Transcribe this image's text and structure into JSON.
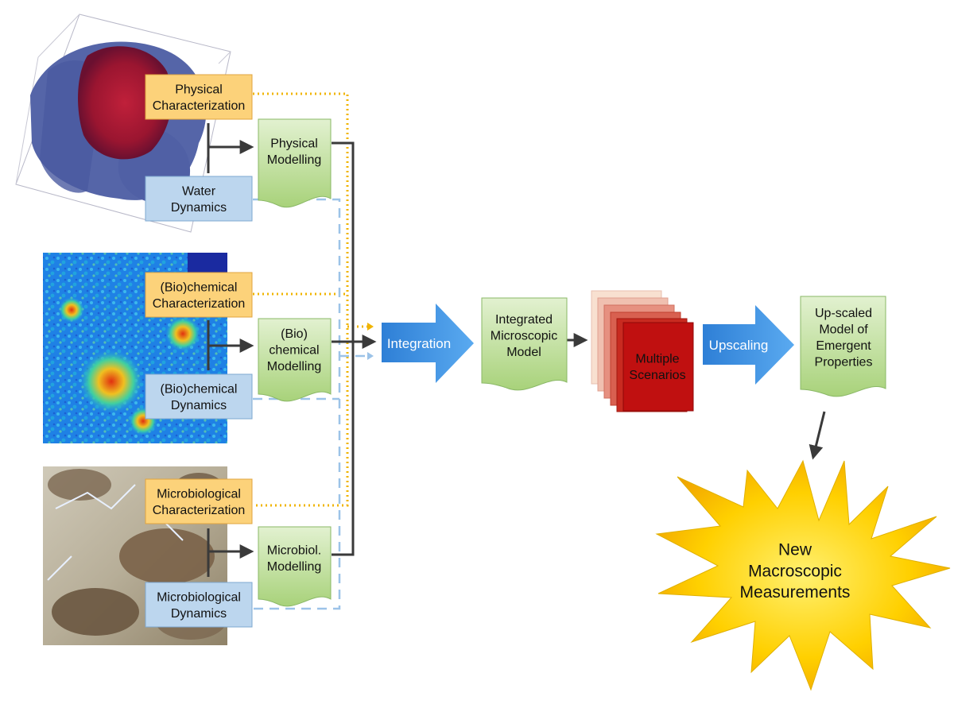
{
  "diagram": {
    "physical_characterization": "Physical\nCharacterization",
    "water_dynamics": "Water\nDynamics",
    "physical_modelling": "Physical\nModelling",
    "biochemical_characterization": "(Bio)chemical\nCharacterization",
    "biochemical_dynamics": "(Bio)chemical\nDynamics",
    "biochemical_modelling": "(Bio)\nchemical\nModelling",
    "microbiological_characterization": "Microbiological\nCharacterization",
    "microbiological_dynamics": "Microbiological\nDynamics",
    "microbiol_modelling": "Microbiol.\nModelling",
    "integration": "Integration",
    "integrated_model": "Integrated\nMicroscopic\nModel",
    "multiple_scenarios": "Multiple\nScenarios",
    "upscaling": "Upscaling",
    "upscaled_model": "Up-scaled\nModel of\nEmergent\nProperties",
    "new_measurements": "New\nMacroscopic\nMeasurements"
  },
  "colors": {
    "characterization_fill": "#fcd27a",
    "dynamics_fill": "#bcd6ee",
    "modelling_fill": "#b5d98a",
    "arrow_blue": "#3a83d6",
    "scenario_red": "#c01010",
    "star_yellow": "#ffd100",
    "dotted_orange": "#f0b400",
    "dashed_blue": "#9cc3e8"
  }
}
